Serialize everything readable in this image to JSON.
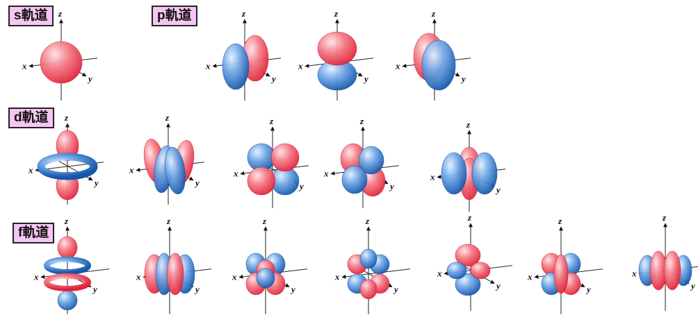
{
  "sections": {
    "s": {
      "label": "s軌道",
      "orbitals": [
        "s"
      ]
    },
    "p": {
      "label": "p軌道",
      "orbitals": [
        "px",
        "pz",
        "py"
      ]
    },
    "d": {
      "label": "d軌道",
      "orbitals": [
        "dz2",
        "dxz",
        "dyz",
        "dxy",
        "dx2y2"
      ]
    },
    "f": {
      "label": "f軌道",
      "orbitals": [
        "fz3",
        "fxz2",
        "fyz2",
        "fxyz",
        "fz(x2-y2)",
        "fx(x2-3y2)",
        "fy(3x2-y2)"
      ]
    }
  },
  "axis_labels": {
    "x": "x",
    "y": "y",
    "z": "z"
  },
  "colors": {
    "positive_lobe": "#f04b5a",
    "negative_lobe": "#2a72c6",
    "label_bg": "#f6c6f2"
  }
}
